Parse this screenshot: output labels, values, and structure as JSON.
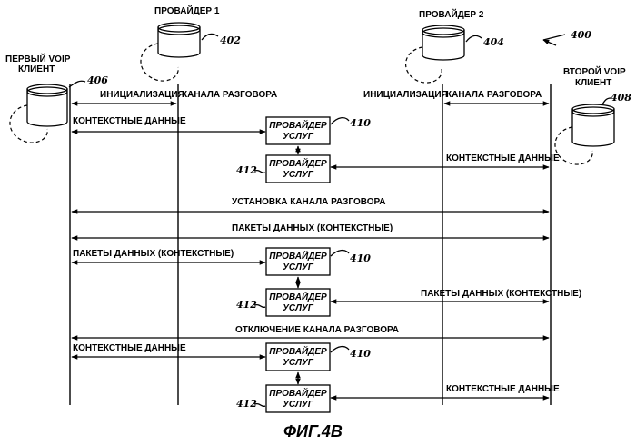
{
  "figure_ref": "400",
  "figure_caption": "ФИГ.4В",
  "entities": {
    "provider1": {
      "label": "ПРОВАЙДЕР 1",
      "ref": "402"
    },
    "provider2": {
      "label": "ПРОВАЙДЕР 2",
      "ref": "404"
    },
    "client1": {
      "label_line1": "ПЕРВЫЙ VOIP",
      "label_line2": "КЛИЕНТ",
      "ref": "406"
    },
    "client2": {
      "label_line1": "ВТОРОЙ VOIP",
      "label_line2": "КЛИЕНТ",
      "ref": "408"
    }
  },
  "service_provider": {
    "line1": "ПРОВАЙДЕР",
    "line2": "УСЛУГ",
    "ref_a": "410",
    "ref_b": "412"
  },
  "messages": {
    "init1": "ИНИЦИАЛИЗАЦИЯ",
    "chan1": "КАНАЛА РАЗГОВОРА",
    "init2": "ИНИЦИАЛИЗАЦИЯ",
    "chan2": "КАНАЛА РАЗГОВОРА",
    "ctx_left_1": "КОНТЕКСТНЫЕ ДАННЫЕ",
    "ctx_right_1": "КОНТЕКСТНЫЕ ДАННЫЕ",
    "setup": "УСТАНОВКА КАНАЛА РАЗГОВОРА",
    "packets_all": "ПАКЕТЫ ДАННЫХ (КОНТЕКСТНЫЕ)",
    "packets_left": "ПАКЕТЫ ДАННЫХ (КОНТЕКСТНЫЕ)",
    "packets_right": "ПАКЕТЫ ДАННЫХ (КОНТЕКСТНЫЕ)",
    "disconnect": "ОТКЛЮЧЕНИЕ КАНАЛА РАЗГОВОРА",
    "ctx_left_2": "КОНТЕКСТНЫЕ ДАННЫЕ",
    "ctx_right_2": "КОНТЕКСТНЫЕ ДАННЫЕ"
  }
}
